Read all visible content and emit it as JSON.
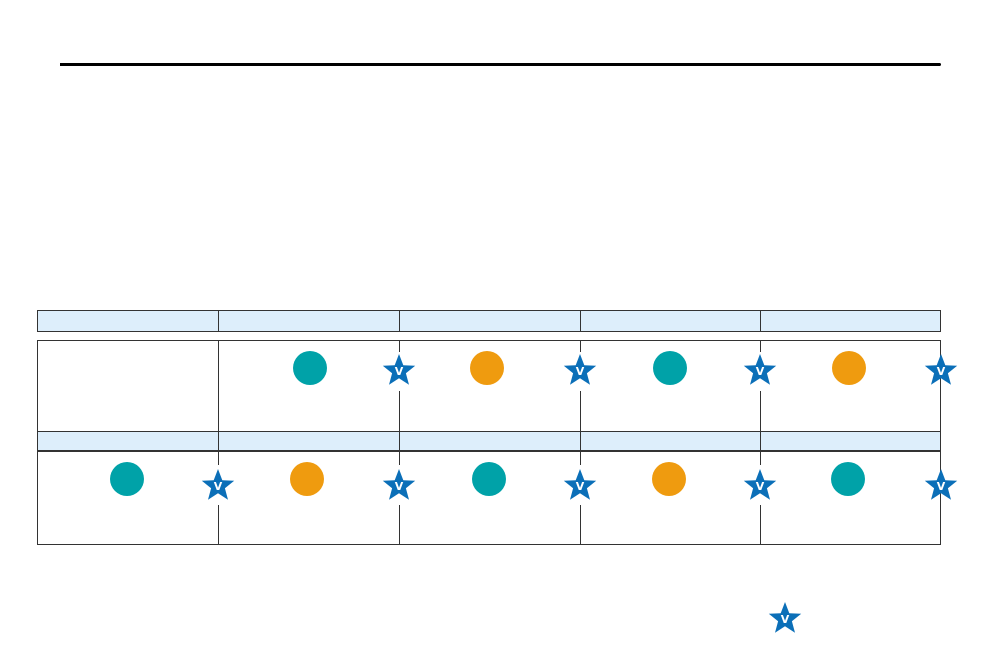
{
  "colors": {
    "header_fill": "#ddeefb",
    "border": "#333333",
    "teal": "#00a2a8",
    "orange": "#ef9b0f",
    "star": "#0b6fb8"
  },
  "marker_letter": "V",
  "rows": [
    {
      "name": "row-1",
      "columns": [
        {
          "circle": null,
          "star": false
        },
        {
          "circle": "teal",
          "star": true
        },
        {
          "circle": "orange",
          "star": true
        },
        {
          "circle": "teal",
          "star": true
        },
        {
          "circle": "orange",
          "star": true
        }
      ]
    },
    {
      "name": "row-2",
      "columns": [
        {
          "circle": "teal",
          "star": true
        },
        {
          "circle": "orange",
          "star": true
        },
        {
          "circle": "teal",
          "star": true
        },
        {
          "circle": "orange",
          "star": true
        },
        {
          "circle": "teal",
          "star": true
        }
      ]
    }
  ],
  "legend": {
    "marker_letter": "V"
  }
}
